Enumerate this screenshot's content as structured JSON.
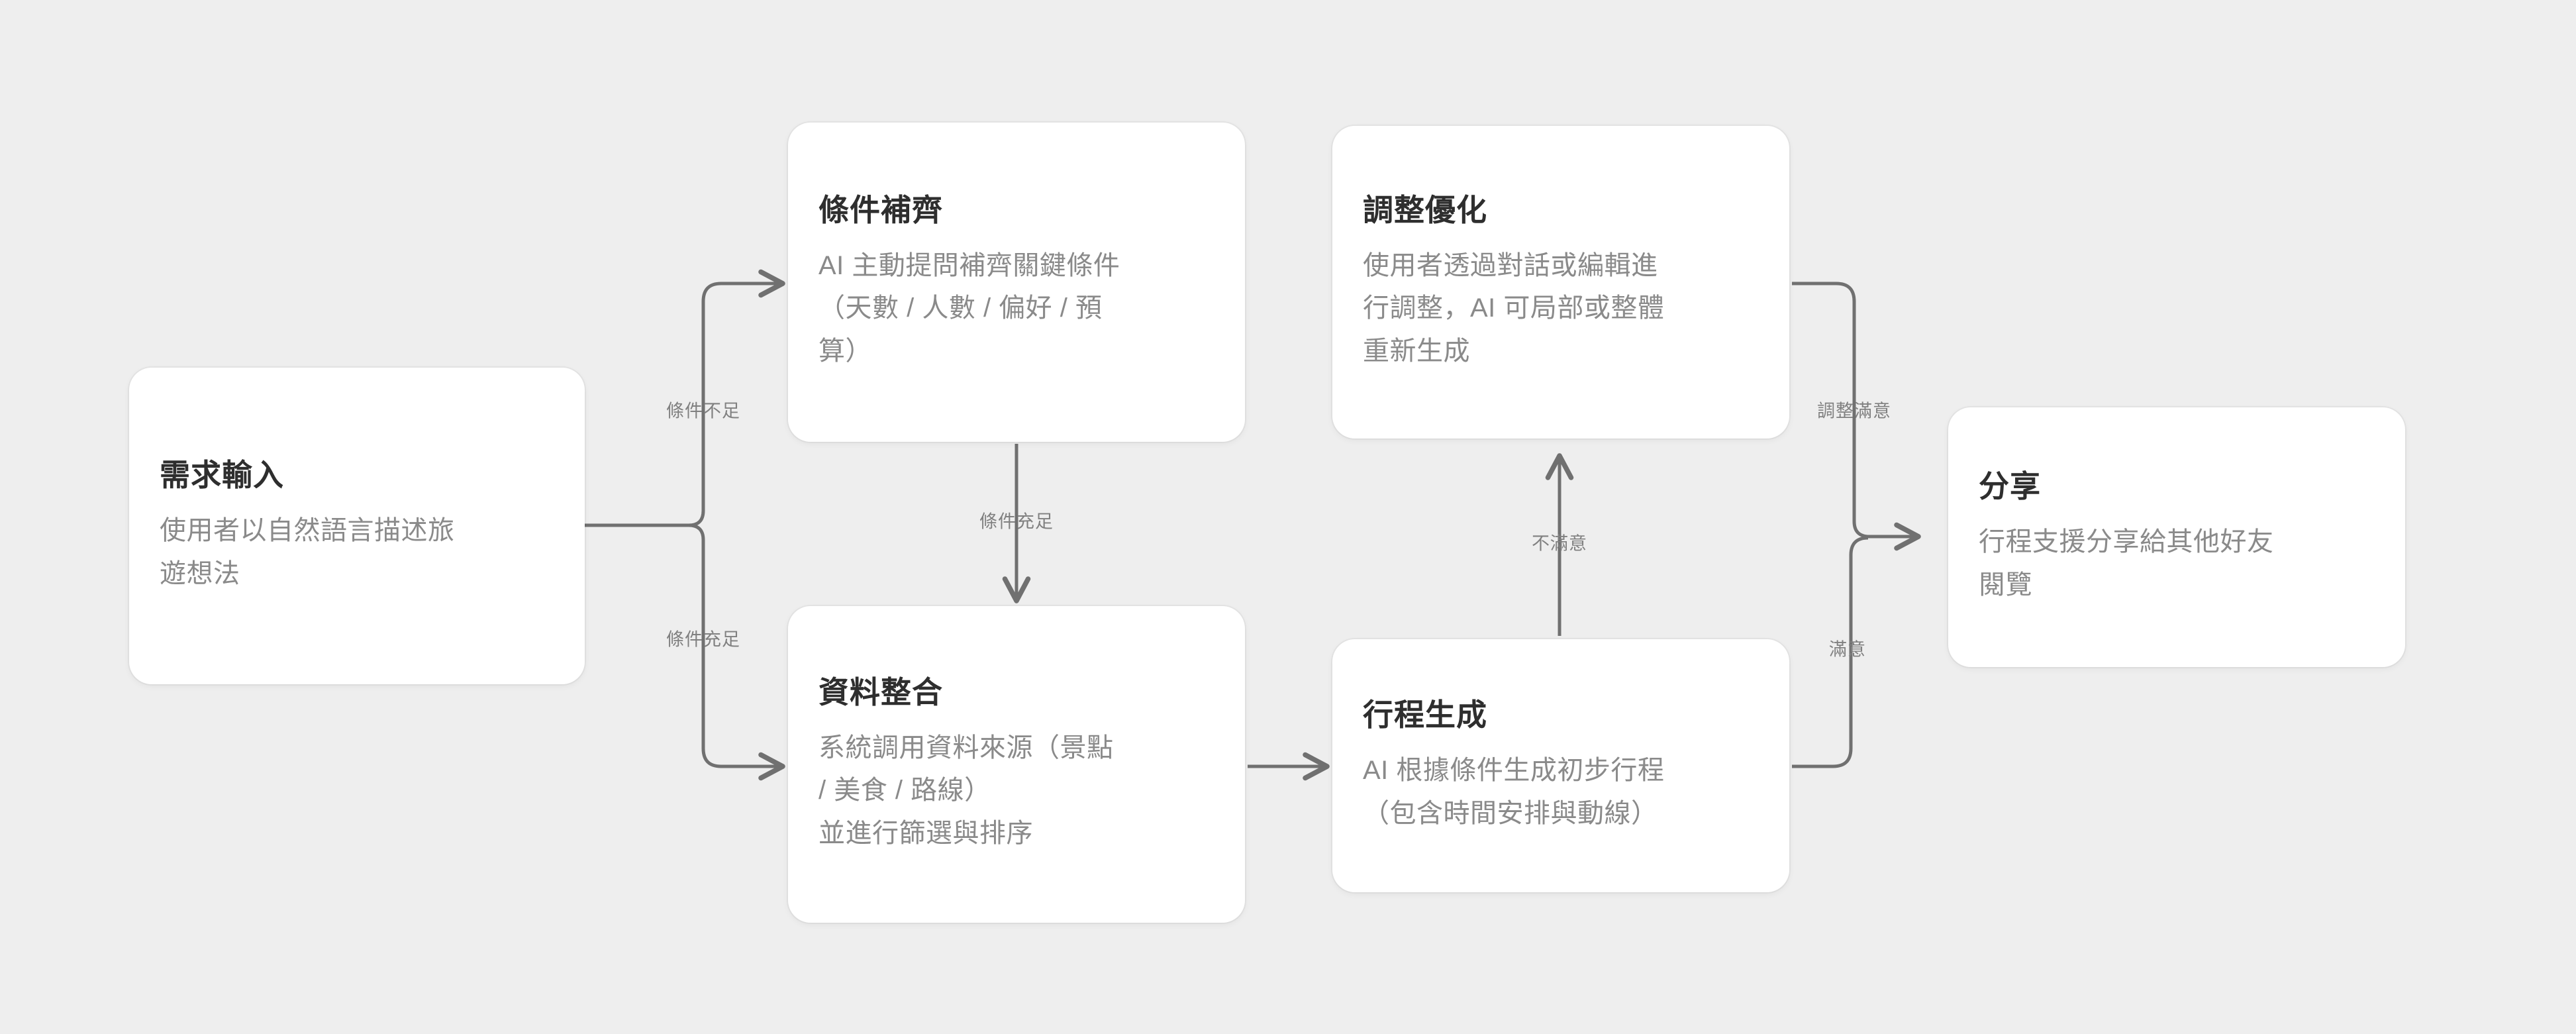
{
  "canvas": {
    "background": "#eeeeee",
    "node_fill": "#ffffff",
    "title_color": "#2e2e2e",
    "desc_color": "#8a8a8a",
    "edge_color": "#707070",
    "label_color": "#808080"
  },
  "nodes": [
    {
      "id": "demand",
      "title": "需求輸入",
      "desc": "使用者以自然語言描述旅\n遊想法"
    },
    {
      "id": "conditions",
      "title": "條件補齊",
      "desc": "AI 主動提問補齊關鍵條件\n（天數 / 人數 / 偏好 / 預\n算）"
    },
    {
      "id": "data",
      "title": "資料整合",
      "desc": "系統調用資料來源（景點\n/ 美食 / 路線）\n並進行篩選與排序"
    },
    {
      "id": "optimize",
      "title": "調整優化",
      "desc": "使用者透過對話或編輯進\n行調整，AI 可局部或整體\n重新生成"
    },
    {
      "id": "itinerary",
      "title": "行程生成",
      "desc": "AI 根據條件生成初步行程\n（包含時間安排與動線）"
    },
    {
      "id": "share",
      "title": "分享",
      "desc": "行程支援分享給其他好友\n閱覽"
    }
  ],
  "edges": [
    {
      "id": "demand-to-conditions",
      "from": "demand",
      "to": "conditions",
      "label": "條件不足"
    },
    {
      "id": "demand-to-data",
      "from": "demand",
      "to": "data",
      "label": "條件充足"
    },
    {
      "id": "conditions-to-data",
      "from": "conditions",
      "to": "data",
      "label": "條件充足"
    },
    {
      "id": "data-to-itinerary",
      "from": "data",
      "to": "itinerary",
      "label": ""
    },
    {
      "id": "itinerary-to-optimize",
      "from": "itinerary",
      "to": "optimize",
      "label": "不滿意"
    },
    {
      "id": "optimize-to-share",
      "from": "optimize",
      "to": "share",
      "label": "調整滿意"
    },
    {
      "id": "itinerary-to-share",
      "from": "itinerary",
      "to": "share",
      "label": "滿意"
    }
  ]
}
